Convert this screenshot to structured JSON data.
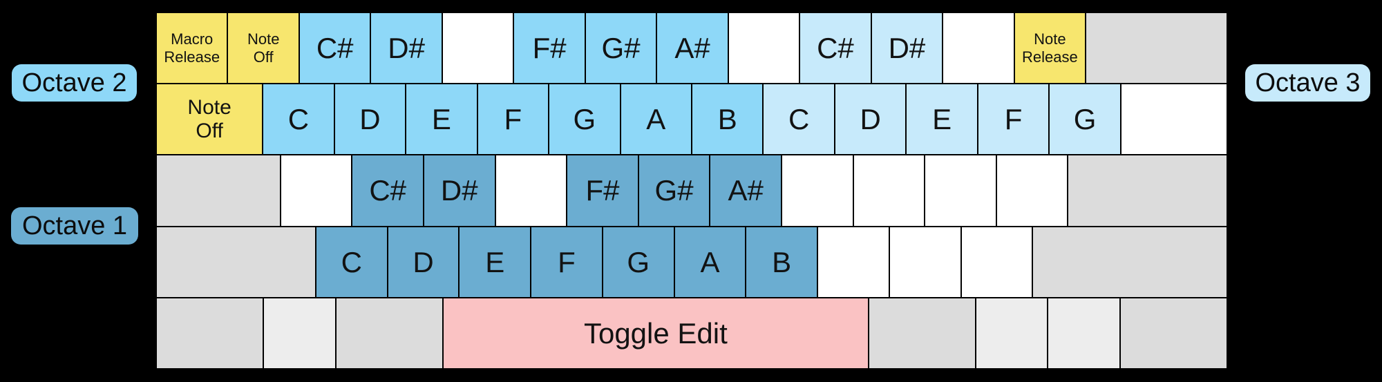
{
  "labels": {
    "octave1": "Octave 1",
    "octave2": "Octave 2",
    "octave3": "Octave 3"
  },
  "colors": {
    "background": "#000000",
    "border": "#000000",
    "yellow": "#f7e66e",
    "octave2": "#8ed8f8",
    "octave3": "#c7eafb",
    "octave1": "#6badd1",
    "pink": "#fac2c3",
    "gray": "#dcdcdc",
    "light_gray": "#ededed",
    "white": "#ffffff",
    "text": "#121212"
  },
  "keyboard": {
    "rows": [
      {
        "name": "number-row",
        "keys": [
          {
            "key": "backquote",
            "lines": [
              "Macro",
              "Release"
            ],
            "color": "yellow",
            "units": 1,
            "size": "small"
          },
          {
            "key": "1",
            "lines": [
              "Note",
              "Off"
            ],
            "color": "yellow",
            "units": 1,
            "size": "small"
          },
          {
            "key": "2",
            "lines": [
              "C#"
            ],
            "color": "octave2",
            "units": 1,
            "size": "large"
          },
          {
            "key": "3",
            "lines": [
              "D#"
            ],
            "color": "octave2",
            "units": 1,
            "size": "large"
          },
          {
            "key": "4",
            "lines": [],
            "color": "white",
            "units": 1,
            "size": "large"
          },
          {
            "key": "5",
            "lines": [
              "F#"
            ],
            "color": "octave2",
            "units": 1,
            "size": "large"
          },
          {
            "key": "6",
            "lines": [
              "G#"
            ],
            "color": "octave2",
            "units": 1,
            "size": "large"
          },
          {
            "key": "7",
            "lines": [
              "A#"
            ],
            "color": "octave2",
            "units": 1,
            "size": "large"
          },
          {
            "key": "8",
            "lines": [],
            "color": "white",
            "units": 1,
            "size": "large"
          },
          {
            "key": "9",
            "lines": [
              "C#"
            ],
            "color": "octave3",
            "units": 1,
            "size": "large"
          },
          {
            "key": "0",
            "lines": [
              "D#"
            ],
            "color": "octave3",
            "units": 1,
            "size": "large"
          },
          {
            "key": "minus",
            "lines": [],
            "color": "white",
            "units": 1,
            "size": "large"
          },
          {
            "key": "equals",
            "lines": [
              "Note",
              "Release"
            ],
            "color": "yellow",
            "units": 1,
            "size": "small"
          },
          {
            "key": "backspace",
            "lines": [],
            "color": "gray",
            "units": 2,
            "size": "large"
          }
        ]
      },
      {
        "name": "top-letter-row",
        "keys": [
          {
            "key": "tab",
            "lines": [
              "Note",
              "Off"
            ],
            "color": "yellow",
            "units": 1.5,
            "size": "medium"
          },
          {
            "key": "q",
            "lines": [
              "C"
            ],
            "color": "octave2",
            "units": 1,
            "size": "large"
          },
          {
            "key": "w",
            "lines": [
              "D"
            ],
            "color": "octave2",
            "units": 1,
            "size": "large"
          },
          {
            "key": "e",
            "lines": [
              "E"
            ],
            "color": "octave2",
            "units": 1,
            "size": "large"
          },
          {
            "key": "r",
            "lines": [
              "F"
            ],
            "color": "octave2",
            "units": 1,
            "size": "large"
          },
          {
            "key": "t",
            "lines": [
              "G"
            ],
            "color": "octave2",
            "units": 1,
            "size": "large"
          },
          {
            "key": "y",
            "lines": [
              "A"
            ],
            "color": "octave2",
            "units": 1,
            "size": "large"
          },
          {
            "key": "u",
            "lines": [
              "B"
            ],
            "color": "octave2",
            "units": 1,
            "size": "large"
          },
          {
            "key": "i",
            "lines": [
              "C"
            ],
            "color": "octave3",
            "units": 1,
            "size": "large"
          },
          {
            "key": "o",
            "lines": [
              "D"
            ],
            "color": "octave3",
            "units": 1,
            "size": "large"
          },
          {
            "key": "p",
            "lines": [
              "E"
            ],
            "color": "octave3",
            "units": 1,
            "size": "large"
          },
          {
            "key": "bracket-left",
            "lines": [
              "F"
            ],
            "color": "octave3",
            "units": 1,
            "size": "large"
          },
          {
            "key": "bracket-right",
            "lines": [
              "G"
            ],
            "color": "octave3",
            "units": 1,
            "size": "large"
          },
          {
            "key": "backslash",
            "lines": [],
            "color": "white",
            "units": 1.5,
            "size": "large"
          }
        ]
      },
      {
        "name": "home-row",
        "keys": [
          {
            "key": "caps-lock",
            "lines": [],
            "color": "gray",
            "units": 1.75,
            "size": "large"
          },
          {
            "key": "a",
            "lines": [],
            "color": "white",
            "units": 1,
            "size": "large"
          },
          {
            "key": "s",
            "lines": [
              "C#"
            ],
            "color": "octave1",
            "units": 1,
            "size": "large"
          },
          {
            "key": "d",
            "lines": [
              "D#"
            ],
            "color": "octave1",
            "units": 1,
            "size": "large"
          },
          {
            "key": "f",
            "lines": [],
            "color": "white",
            "units": 1,
            "size": "large"
          },
          {
            "key": "g",
            "lines": [
              "F#"
            ],
            "color": "octave1",
            "units": 1,
            "size": "large"
          },
          {
            "key": "h",
            "lines": [
              "G#"
            ],
            "color": "octave1",
            "units": 1,
            "size": "large"
          },
          {
            "key": "j",
            "lines": [
              "A#"
            ],
            "color": "octave1",
            "units": 1,
            "size": "large"
          },
          {
            "key": "k",
            "lines": [],
            "color": "white",
            "units": 1,
            "size": "large"
          },
          {
            "key": "l",
            "lines": [],
            "color": "white",
            "units": 1,
            "size": "large"
          },
          {
            "key": "semicolon",
            "lines": [],
            "color": "white",
            "units": 1,
            "size": "large"
          },
          {
            "key": "quote",
            "lines": [],
            "color": "white",
            "units": 1,
            "size": "large"
          },
          {
            "key": "enter",
            "lines": [],
            "color": "gray",
            "units": 2.25,
            "size": "large"
          }
        ]
      },
      {
        "name": "bottom-letter-row",
        "keys": [
          {
            "key": "shift-left",
            "lines": [],
            "color": "gray",
            "units": 2.25,
            "size": "large"
          },
          {
            "key": "z",
            "lines": [
              "C"
            ],
            "color": "octave1",
            "units": 1,
            "size": "large"
          },
          {
            "key": "x",
            "lines": [
              "D"
            ],
            "color": "octave1",
            "units": 1,
            "size": "large"
          },
          {
            "key": "c",
            "lines": [
              "E"
            ],
            "color": "octave1",
            "units": 1,
            "size": "large"
          },
          {
            "key": "v",
            "lines": [
              "F"
            ],
            "color": "octave1",
            "units": 1,
            "size": "large"
          },
          {
            "key": "b",
            "lines": [
              "G"
            ],
            "color": "octave1",
            "units": 1,
            "size": "large"
          },
          {
            "key": "n",
            "lines": [
              "A"
            ],
            "color": "octave1",
            "units": 1,
            "size": "large"
          },
          {
            "key": "m",
            "lines": [
              "B"
            ],
            "color": "octave1",
            "units": 1,
            "size": "large"
          },
          {
            "key": "comma",
            "lines": [],
            "color": "white",
            "units": 1,
            "size": "large"
          },
          {
            "key": "period",
            "lines": [],
            "color": "white",
            "units": 1,
            "size": "large"
          },
          {
            "key": "slash",
            "lines": [],
            "color": "white",
            "units": 1,
            "size": "large"
          },
          {
            "key": "shift-right",
            "lines": [],
            "color": "gray",
            "units": 2.75,
            "size": "large"
          }
        ]
      },
      {
        "name": "space-row",
        "keys": [
          {
            "key": "ctrl-left",
            "lines": [],
            "color": "gray",
            "units": 1.5,
            "size": "large"
          },
          {
            "key": "meta-left",
            "lines": [],
            "color": "light_gray",
            "units": 1,
            "size": "large"
          },
          {
            "key": "alt-left",
            "lines": [],
            "color": "gray",
            "units": 1.5,
            "size": "large"
          },
          {
            "key": "space",
            "lines": [
              "Toggle Edit"
            ],
            "color": "pink",
            "units": 6,
            "size": "large"
          },
          {
            "key": "alt-right",
            "lines": [],
            "color": "gray",
            "units": 1.5,
            "size": "large"
          },
          {
            "key": "meta-right",
            "lines": [],
            "color": "light_gray",
            "units": 1,
            "size": "large"
          },
          {
            "key": "menu",
            "lines": [],
            "color": "light_gray",
            "units": 1,
            "size": "large"
          },
          {
            "key": "ctrl-right",
            "lines": [],
            "color": "gray",
            "units": 1.5,
            "size": "large"
          }
        ]
      }
    ]
  }
}
